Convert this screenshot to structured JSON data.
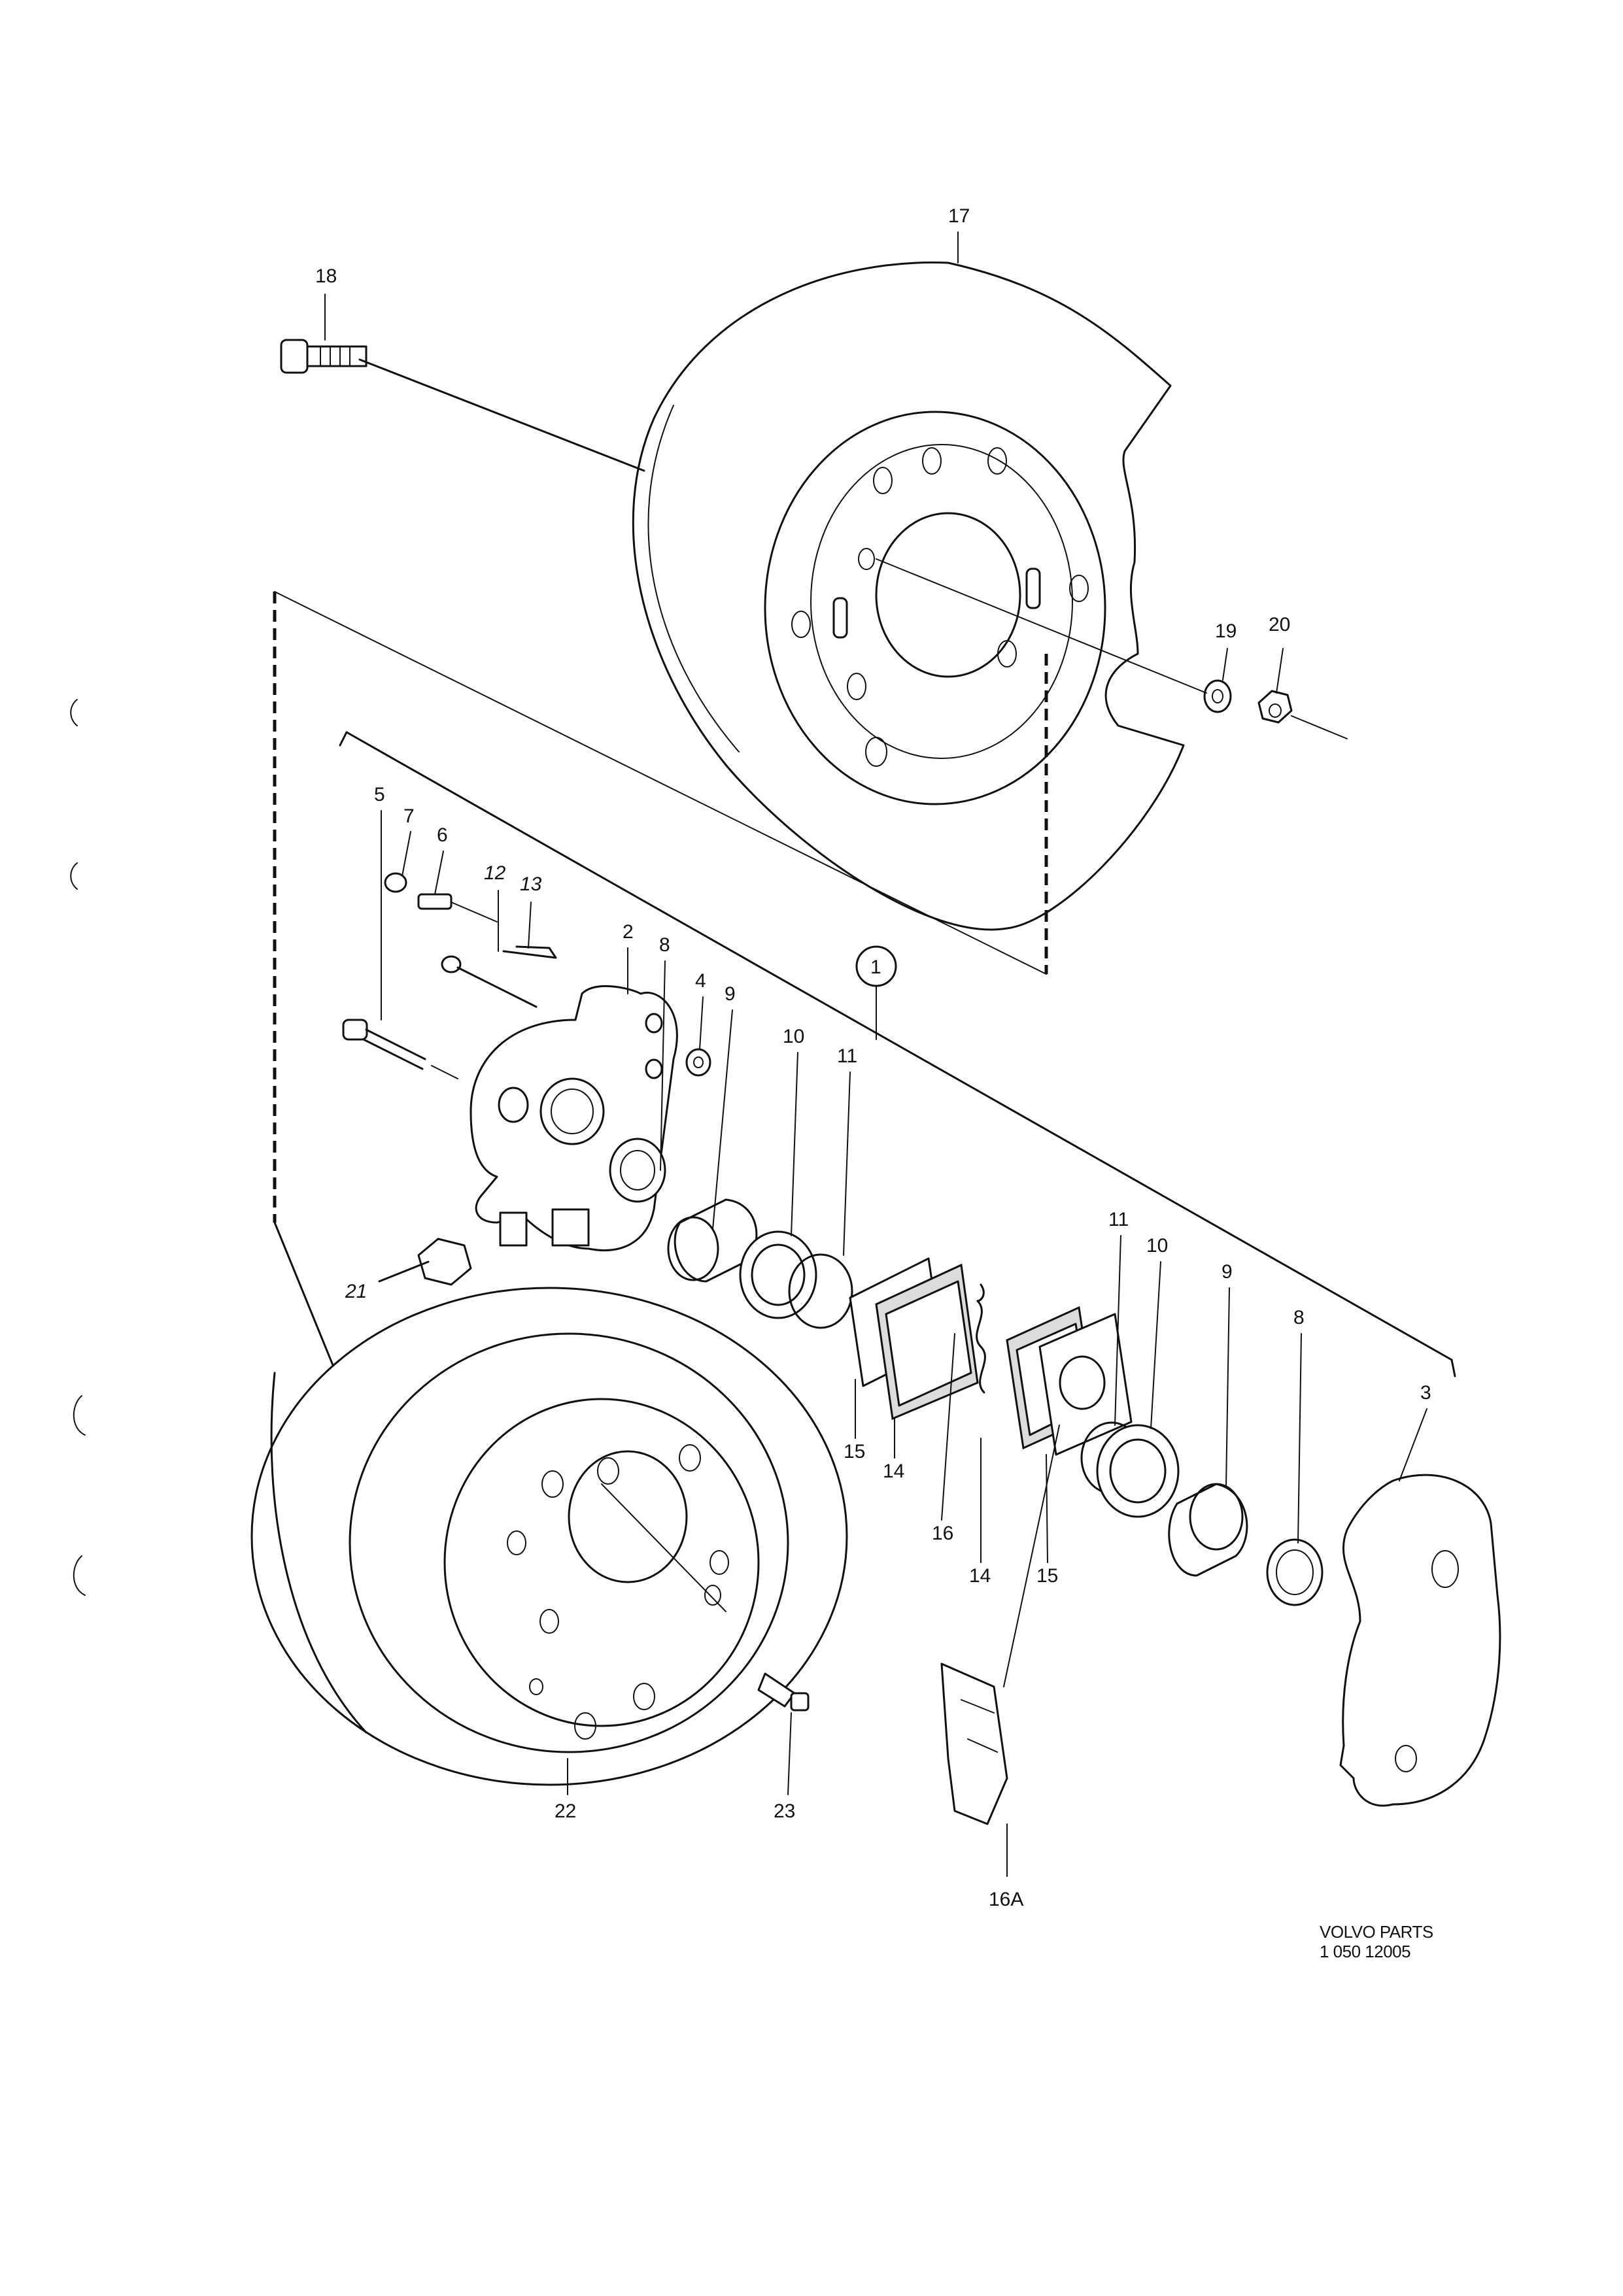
{
  "diagram": {
    "labels": {
      "p1": "1",
      "p2": "2",
      "p3": "3",
      "p4": "4",
      "p5": "5",
      "p6": "6",
      "p7": "7",
      "p8a": "8",
      "p8b": "8",
      "p9a": "9",
      "p9b": "9",
      "p10a": "10",
      "p10b": "10",
      "p11a": "11",
      "p11b": "11",
      "p12": "12",
      "p13": "13",
      "p14a": "14",
      "p14b": "14",
      "p15a": "15",
      "p15b": "15",
      "p16": "16",
      "p16A": "16A",
      "p17": "17",
      "p18": "18",
      "p19": "19",
      "p20": "20",
      "p21": "21",
      "p22": "22",
      "p23": "23"
    }
  },
  "footer": {
    "brand": "VOLVO PARTS",
    "code": "1 050 12005"
  }
}
